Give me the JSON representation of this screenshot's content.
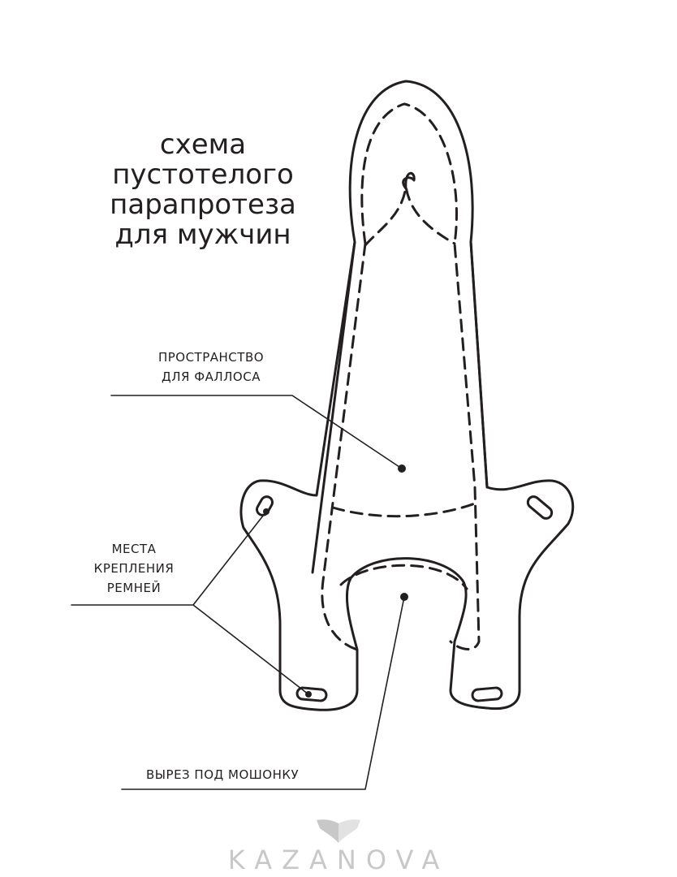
{
  "title": {
    "lines": [
      "схема",
      "пустотелого",
      "парапротеза",
      "для мужчин"
    ]
  },
  "labels": {
    "phallus_space": [
      "ПРОСТРАНСТВО",
      "ДЛЯ ФАЛЛОСА"
    ],
    "strap_points": [
      "МЕСТА",
      "КРЕПЛЕНИЯ",
      "РЕМНЕЙ"
    ],
    "scrotum_cutout": "ВЫРЕЗ ПОД МОШОНКУ"
  },
  "brand": {
    "name": "KAZANOVA",
    "icon": "mask-icon"
  },
  "colors": {
    "line": "#231f20",
    "logo": "#c8c8c8"
  }
}
